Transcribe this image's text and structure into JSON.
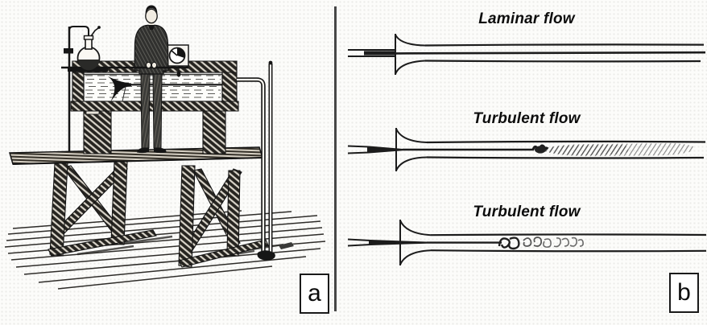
{
  "page": {
    "background": "#fcfcfa",
    "ink": "#1c1c1c",
    "cloud_gray": "#8a8a8a"
  },
  "panel_a": {
    "label": "a",
    "illustration": "reynolds-dye-experiment-apparatus-engraving"
  },
  "panel_b": {
    "label": "b",
    "diagrams": [
      {
        "title": "Laminar flow",
        "dye_behavior": "straight-filament"
      },
      {
        "title": "Turbulent flow",
        "dye_behavior": "diffuse-cloud"
      },
      {
        "title": "Turbulent flow",
        "dye_behavior": "eddy-curls"
      }
    ]
  }
}
